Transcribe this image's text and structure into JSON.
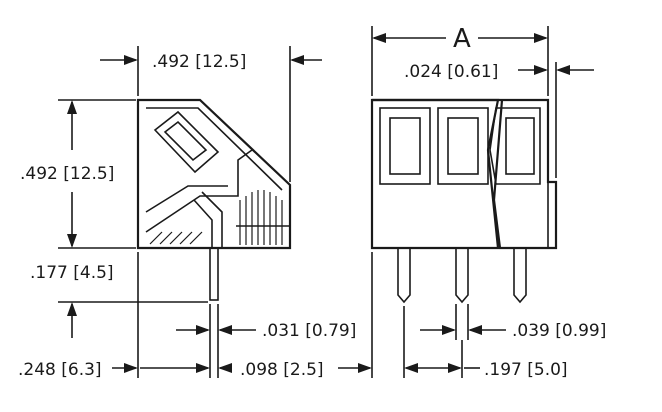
{
  "diagram": {
    "side_view": {
      "top_width": ".492 [12.5]",
      "height": ".492 [12.5]",
      "pin_length": ".177 [4.5]",
      "pin_thickness": ".031 [0.79]",
      "pin_offset": ".248 [6.3]",
      "pin_setback": ".098 [2.5]"
    },
    "front_view": {
      "overall_label": "A",
      "edge_offset": ".024 [0.61]",
      "pin_width": ".039 [0.99]",
      "pitch": ".197 [5.0]"
    }
  }
}
